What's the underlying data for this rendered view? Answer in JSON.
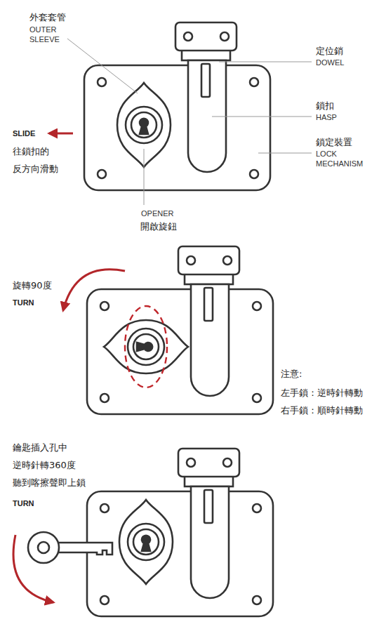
{
  "diagram": {
    "labels": [
      "外套套管",
      "OUTER SLEEVE",
      "定位銷",
      "DOWEL",
      "鎖扣",
      "HASP",
      "鎖定裝置",
      "LOCK MECHANISM",
      "SLIDE",
      "往鎖扣的 反方向滑動",
      "OPENER",
      "開啟旋鈕",
      "旋轉90度",
      "TURN",
      "注意:",
      "左手鎖：逆時針轉動",
      "右手鎖：順時針轉動",
      "鑰匙插入孔中 逆時針轉360度 聽到喀擦聲即上鎖",
      "TURN"
    ]
  }
}
